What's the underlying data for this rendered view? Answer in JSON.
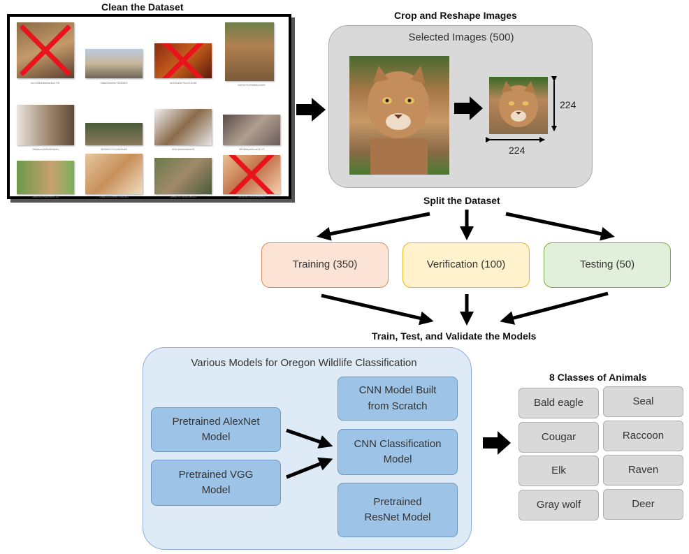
{
  "headings": {
    "clean": "Clean the Dataset",
    "crop": "Crop and Reshape Images",
    "split": "Split the Dataset",
    "train": "Train, Test, and Validate the Models",
    "classes": "8 Classes of Animals"
  },
  "crop_panel": {
    "title": "Selected Images (500)",
    "height_label": "224",
    "width_label": "224"
  },
  "dataset_thumbnails": {
    "captions": [
      "0c14350b6e9aebc4791",
      "0d6a39ee5e73250f03",
      "0d152a3e7fc1121b96",
      "0d2307f425868e0409",
      "0f60acb2ef5c894e8d",
      "0f055613741862bdbf",
      "0f31d0d6a9a6e03",
      "0ff088aa49cca4117f",
      "1aa6969bfdccaca755",
      "1aa83532bea07f681a3",
      "1aa8f7d79f6d23e055",
      "1a9b3a37d566cd9b89"
    ]
  },
  "split": {
    "training": "Training (350)",
    "verification": "Verification (100)",
    "testing": "Testing (50)"
  },
  "models": {
    "panel_title": "Various Models for Oregon Wildlife Classification",
    "alexnet": "Pretrained AlexNet Model",
    "vgg": "Pretrained VGG Model",
    "scratch": "CNN Model Built from Scratch",
    "classification": "CNN Classification Model",
    "resnet": "Pretrained ResNet Model"
  },
  "classes": [
    "Bald eagle",
    "Seal",
    "Cougar",
    "Raccoon",
    "Elk",
    "Raven",
    "Gray wolf",
    "Deer"
  ],
  "colors": {
    "reject_mark": "#e8141c",
    "training": "#fbe4d6",
    "verification": "#fff2cc",
    "testing": "#e2efda",
    "model_box": "#9dc3e6",
    "models_panel": "#deebf7",
    "class_box": "#d9d9d9"
  }
}
